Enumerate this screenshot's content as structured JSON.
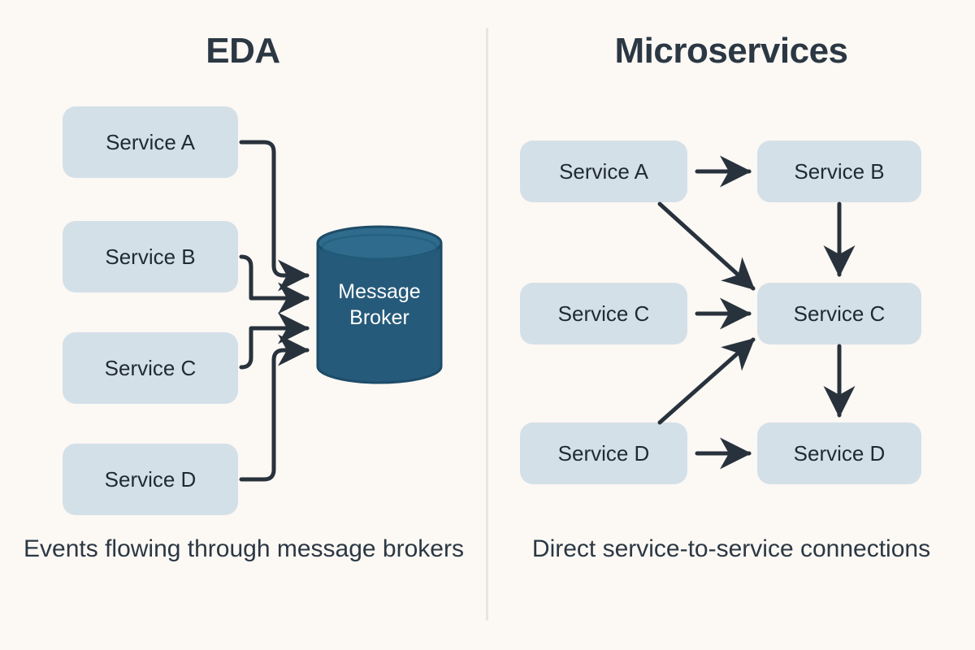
{
  "background_color": "#fcf8f4",
  "accent_box_color": "#d4e0e8",
  "broker_color": "#265a7a",
  "arrow_color": "#28323c",
  "text_color": "#2b3844",
  "panels": {
    "left": {
      "title": "EDA",
      "caption": "Events flowing through message brokers",
      "services": [
        {
          "label": "Service A"
        },
        {
          "label": "Service B"
        },
        {
          "label": "Service C"
        },
        {
          "label": "Service D"
        }
      ],
      "hub": {
        "line1": "Message",
        "line2": "Broker",
        "shape": "cylinder-icon"
      },
      "edges": [
        {
          "from": "Service A",
          "to": "Message Broker",
          "style": "orthogonal"
        },
        {
          "from": "Service B",
          "to": "Message Broker",
          "style": "orthogonal"
        },
        {
          "from": "Service C",
          "to": "Message Broker",
          "style": "orthogonal"
        },
        {
          "from": "Service D",
          "to": "Message Broker",
          "style": "orthogonal"
        }
      ]
    },
    "right": {
      "title": "Microservices",
      "caption": "Direct service-to-service connections",
      "services_left_column": [
        {
          "label": "Service A"
        },
        {
          "label": "Service C"
        },
        {
          "label": "Service D"
        }
      ],
      "services_right_column": [
        {
          "label": "Service B"
        },
        {
          "label": "Service C"
        },
        {
          "label": "Service D"
        }
      ],
      "edges": [
        {
          "from": "Service A",
          "to": "Service B",
          "style": "straight-horizontal"
        },
        {
          "from": "Service A",
          "to": "Service C",
          "style": "diagonal-down"
        },
        {
          "from": "Service B",
          "to": "Service C",
          "style": "straight-vertical"
        },
        {
          "from": "Service C",
          "to": "Service C",
          "style": "straight-horizontal"
        },
        {
          "from": "Service C",
          "to": "Service D",
          "style": "straight-vertical"
        },
        {
          "from": "Service D",
          "to": "Service C",
          "style": "diagonal-up"
        },
        {
          "from": "Service D",
          "to": "Service D",
          "style": "straight-horizontal"
        }
      ]
    }
  }
}
